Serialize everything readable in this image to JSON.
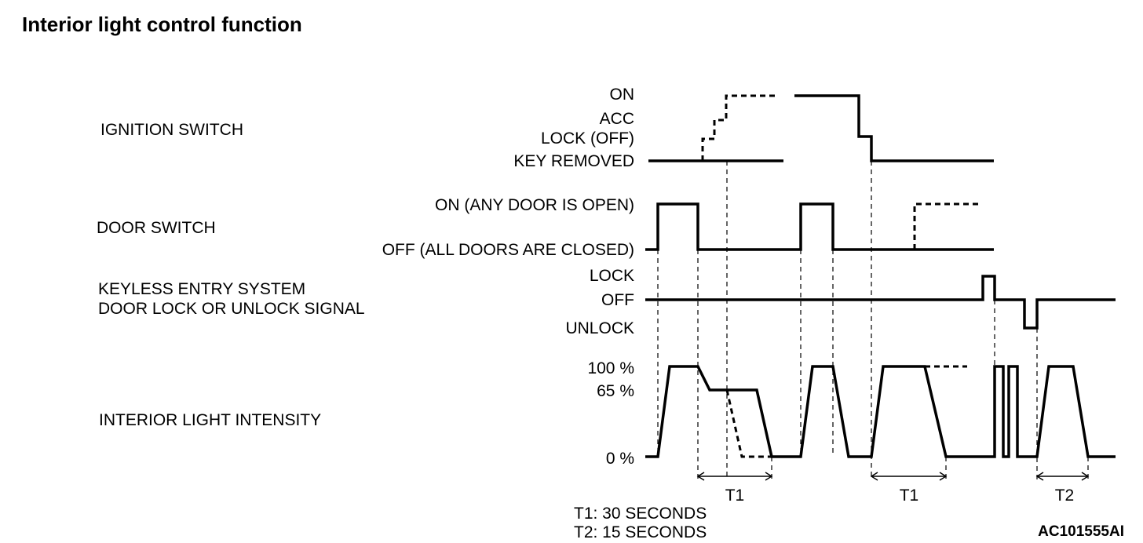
{
  "title": "Interior light control function",
  "signals": {
    "ignition": {
      "name": "IGNITION SWITCH",
      "levels": [
        "ON",
        "ACC",
        "LOCK (OFF)",
        "KEY REMOVED"
      ]
    },
    "door": {
      "name": "DOOR SWITCH",
      "levels": [
        "ON (ANY DOOR IS OPEN)",
        "OFF (ALL DOORS ARE CLOSED)"
      ]
    },
    "keyless": {
      "name_line1": "KEYLESS ENTRY SYSTEM",
      "name_line2": "DOOR LOCK OR UNLOCK SIGNAL",
      "levels": [
        "LOCK",
        "OFF",
        "UNLOCK"
      ]
    },
    "light": {
      "name": "INTERIOR LIGHT INTENSITY",
      "levels": [
        "100 %",
        "65 %",
        "0 %"
      ]
    }
  },
  "intervals": [
    "T1",
    "T1",
    "T2"
  ],
  "notes": [
    "T1: 30 SECONDS",
    "T2: 15 SECONDS"
  ],
  "figure_id": "AC101555AI"
}
